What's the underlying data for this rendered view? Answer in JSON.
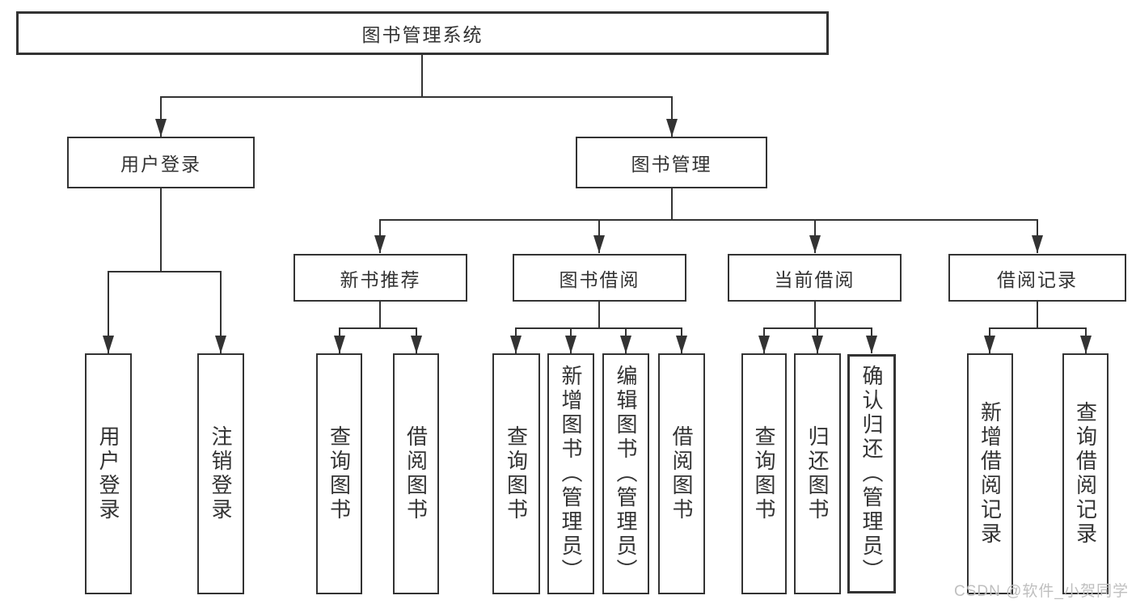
{
  "tree": {
    "label": "图书管理系统",
    "children": [
      {
        "label": "用户登录",
        "children": [
          {
            "label": "用户登录"
          },
          {
            "label": "注销登录"
          }
        ]
      },
      {
        "label": "图书管理",
        "children": [
          {
            "label": "新书推荐",
            "children": [
              {
                "label": "查询图书"
              },
              {
                "label": "借阅图书"
              }
            ]
          },
          {
            "label": "图书借阅",
            "children": [
              {
                "label": "查询图书"
              },
              {
                "label": "新增图书（管理员）"
              },
              {
                "label": "编辑图书（管理员）"
              },
              {
                "label": "借阅图书"
              }
            ]
          },
          {
            "label": "当前借阅",
            "children": [
              {
                "label": "查询图书"
              },
              {
                "label": "归还图书"
              },
              {
                "label": "确认归还（管理员）"
              }
            ]
          },
          {
            "label": "借阅记录",
            "children": [
              {
                "label": "新增借阅记录"
              },
              {
                "label": "查询借阅记录"
              }
            ]
          }
        ]
      }
    ]
  },
  "watermark": "CSDN @软件_小贺同学",
  "colors": {
    "line": "#333333",
    "text": "#333333",
    "background": "#ffffff",
    "watermark": "#bfbfbf"
  }
}
